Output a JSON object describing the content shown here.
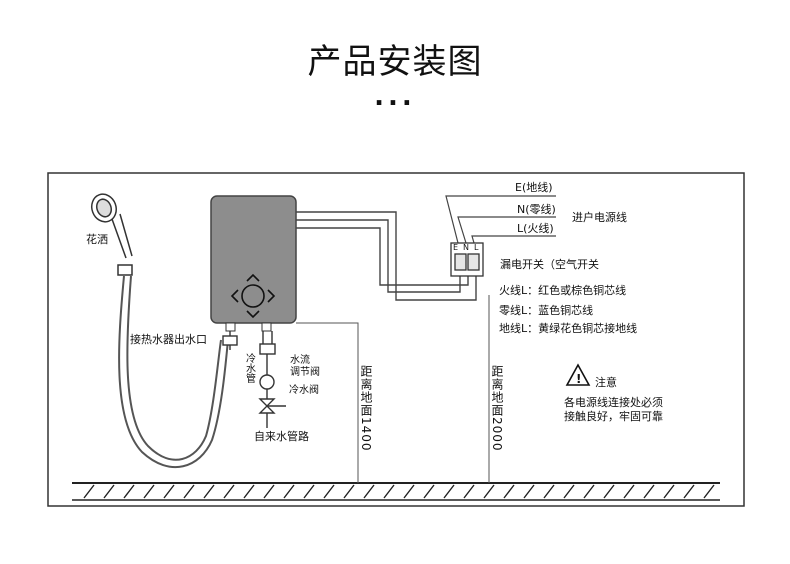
{
  "header": {
    "title": "产品安装图",
    "dots": "..."
  },
  "labels": {
    "shower": "花洒",
    "outlet": "接热水器出水口",
    "cold_water": "冷水管",
    "flow_valve": "水流调节阀",
    "cold_valve": "冷水阀",
    "tap_pipe": "自来水管路",
    "dist_1400": "距离地面1400",
    "dist_2000": "距离地面2000",
    "wire_e": "E(地线)",
    "wire_n": "N(零线)",
    "wire_l": "L(火线)",
    "incoming": "进户电源线",
    "switch": "漏电开关（空气开关",
    "term_e": "E",
    "term_n": "N",
    "term_l": "L",
    "live": "火线L：红色或棕色铜芯线",
    "neutral": "零线L：蓝色铜芯线",
    "ground": "地线L：黄绿花色铜芯接地线",
    "warn_icon_text": "!",
    "warn_title": "注意",
    "warn_line1": "各电源线连接处必须",
    "warn_line2": "接触良好，牢固可靠"
  },
  "colors": {
    "heater_body": "#8d8d8d",
    "line": "#333333"
  }
}
